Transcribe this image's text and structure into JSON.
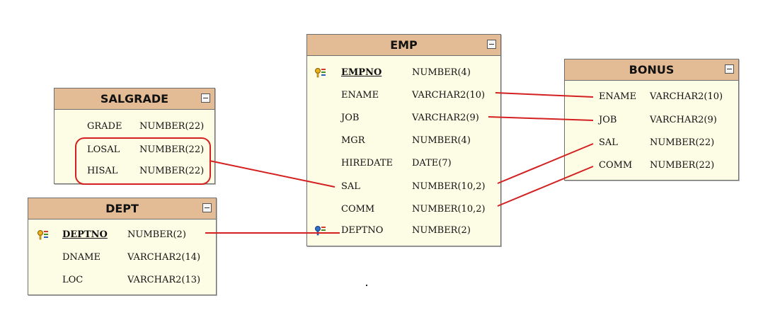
{
  "tables": {
    "emp": {
      "title": "EMP",
      "columns": [
        {
          "name": "EMPNO",
          "type": "NUMBER(4)"
        },
        {
          "name": "ENAME",
          "type": "VARCHAR2(10)"
        },
        {
          "name": "JOB",
          "type": "VARCHAR2(9)"
        },
        {
          "name": "MGR",
          "type": "NUMBER(4)"
        },
        {
          "name": "HIREDATE",
          "type": "DATE(7)"
        },
        {
          "name": "SAL",
          "type": "NUMBER(10,2)"
        },
        {
          "name": "COMM",
          "type": "NUMBER(10,2)"
        },
        {
          "name": "DEPTNO",
          "type": "NUMBER(2)"
        }
      ]
    },
    "bonus": {
      "title": "BONUS",
      "columns": [
        {
          "name": "ENAME",
          "type": "VARCHAR2(10)"
        },
        {
          "name": "JOB",
          "type": "VARCHAR2(9)"
        },
        {
          "name": "SAL",
          "type": "NUMBER(22)"
        },
        {
          "name": "COMM",
          "type": "NUMBER(22)"
        }
      ]
    },
    "salgrade": {
      "title": "SALGRADE",
      "columns": [
        {
          "name": "GRADE",
          "type": "NUMBER(22)"
        },
        {
          "name": "LOSAL",
          "type": "NUMBER(22)"
        },
        {
          "name": "HISAL",
          "type": "NUMBER(22)"
        }
      ]
    },
    "dept": {
      "title": "DEPT",
      "columns": [
        {
          "name": "DEPTNO",
          "type": "NUMBER(2)"
        },
        {
          "name": "DNAME",
          "type": "VARCHAR2(14)"
        },
        {
          "name": "LOC",
          "type": "VARCHAR2(13)"
        }
      ]
    }
  },
  "icons": {
    "primary_key": "key-icon",
    "foreign_key": "foreign-key-icon",
    "collapse": "collapse-icon"
  },
  "colors": {
    "header": "#e3bb94",
    "body": "#fdfde6",
    "relation_line": "#d42020"
  }
}
